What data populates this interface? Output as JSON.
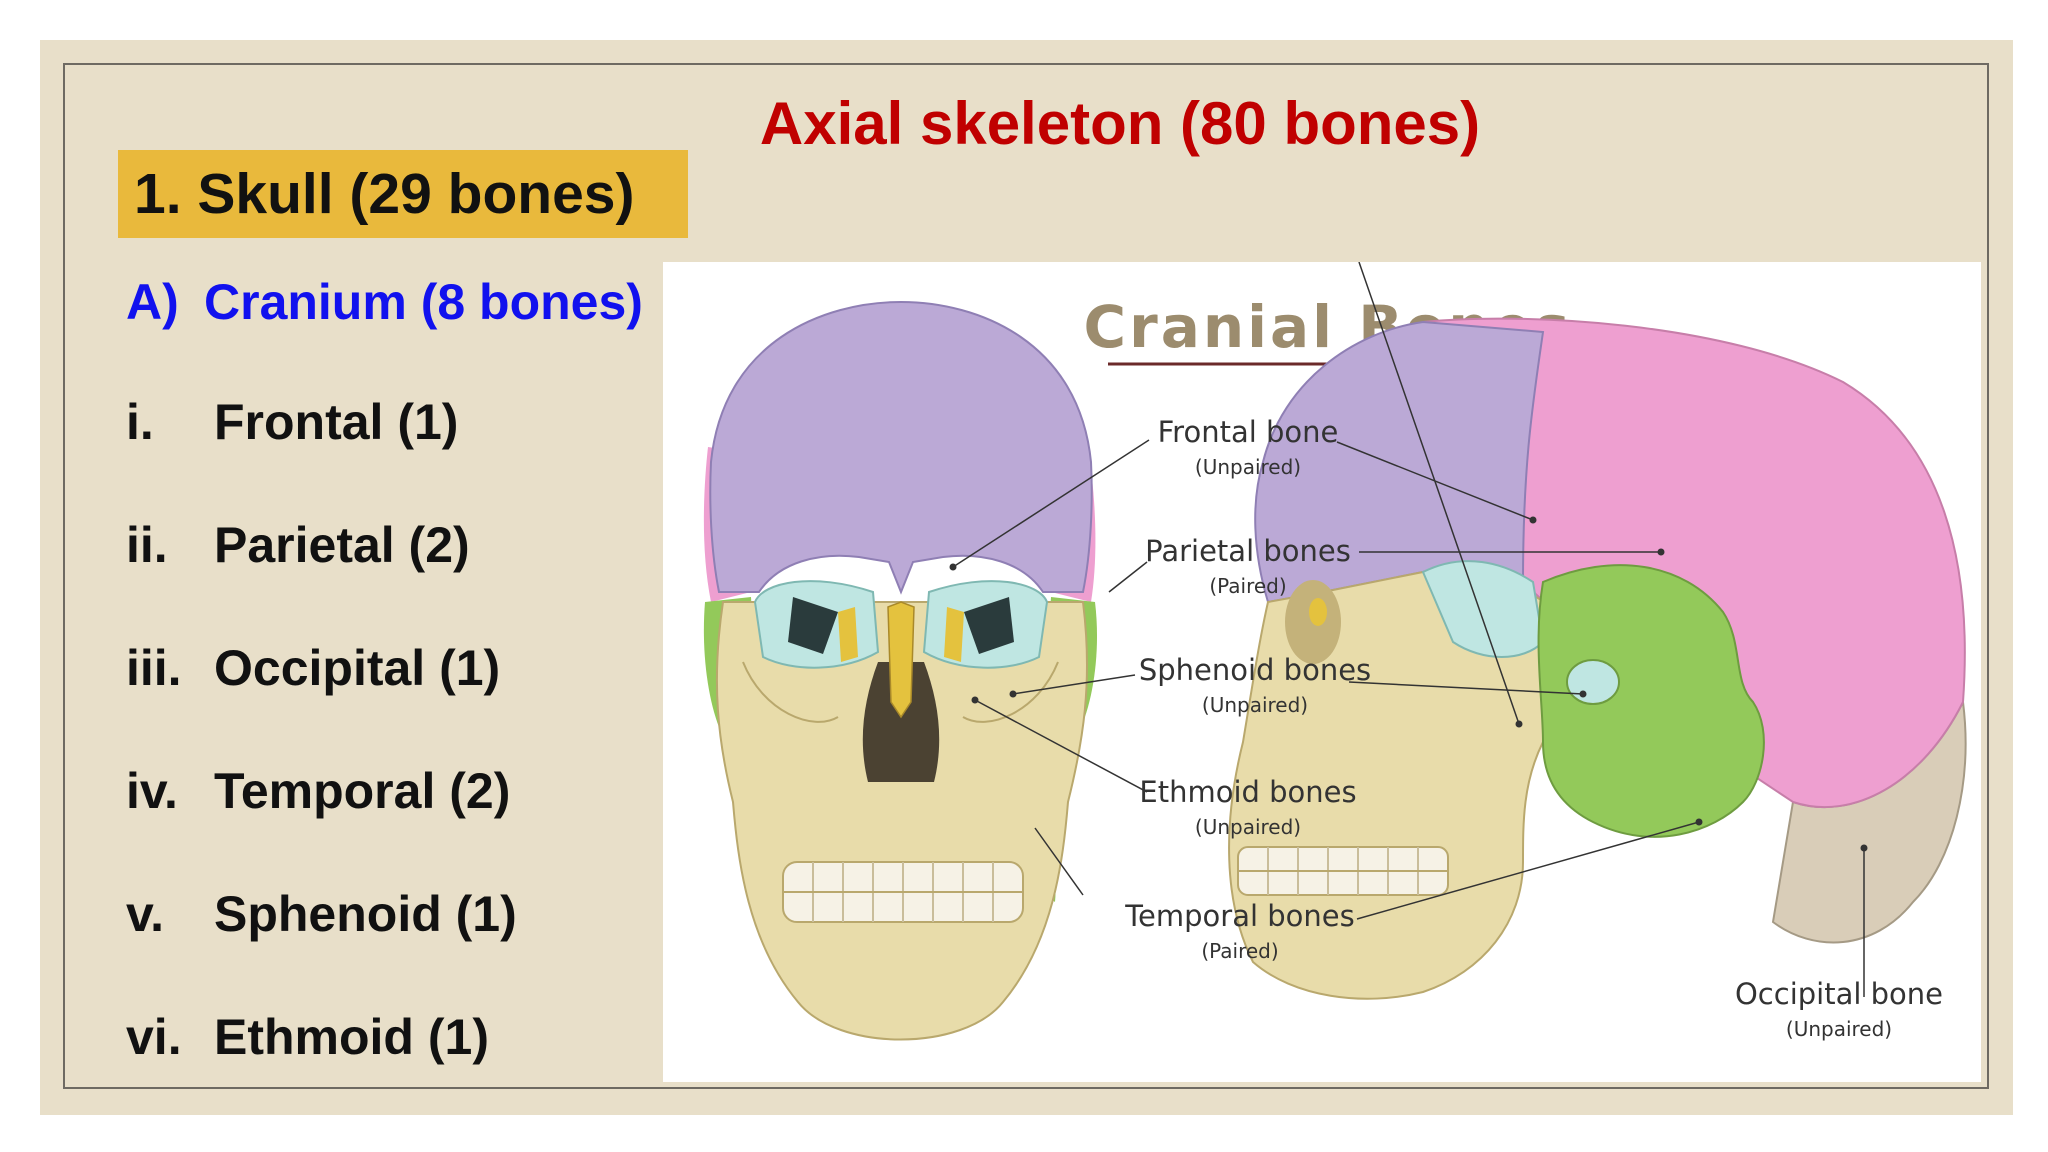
{
  "slide": {
    "title": "Axial skeleton (80 bones)",
    "section_heading": "1. Skull (29 bones)",
    "subsection": {
      "marker": "A)",
      "label": "Cranium (8 bones)"
    },
    "bones": [
      {
        "num": "i.",
        "label": "Frontal (1)"
      },
      {
        "num": "ii.",
        "label": "Parietal (2)"
      },
      {
        "num": "iii.",
        "label": "Occipital (1)"
      },
      {
        "num": "iv.",
        "label": "Temporal (2)"
      },
      {
        "num": "v.",
        "label": "Sphenoid (1)"
      },
      {
        "num": "vi.",
        "label": "Ethmoid (1)"
      }
    ]
  },
  "figure": {
    "title": "Cranial Bones",
    "labels": [
      {
        "name": "Frontal bone",
        "note": "(Unpaired)"
      },
      {
        "name": "Parietal bones",
        "note": "(Paired)"
      },
      {
        "name": "Sphenoid bones",
        "note": "(Unpaired)"
      },
      {
        "name": "Ethmoid bones",
        "note": "(Unpaired)"
      },
      {
        "name": "Temporal bones",
        "note": "(Paired)"
      },
      {
        "name": "Occipital bone",
        "note": "(Unpaired)"
      }
    ]
  },
  "colors": {
    "title_red": "#c00000",
    "heading_bar": "#e9b93c",
    "subsection_blue": "#1111ee",
    "slide_background": "#e8dfc9",
    "frontal": "#bba9d6",
    "parietal": "#ee9fd0",
    "sphenoid": "#bfe6e2",
    "ethmoid": "#e4c23e",
    "temporal": "#93c95a",
    "occipital": "#d9cdb8",
    "bone": "#e8dcaa"
  }
}
